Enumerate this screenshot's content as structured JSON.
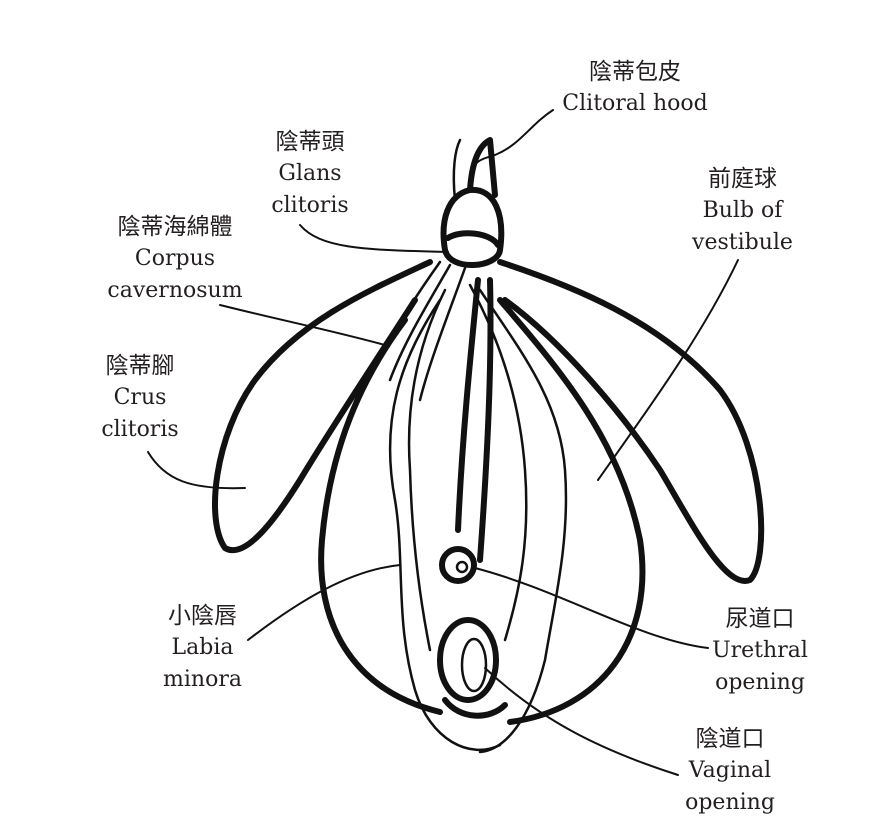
{
  "labels": {
    "clitoral_hood": {
      "zh": "陰蒂包皮",
      "en": "Clitoral hood"
    },
    "glans_clitoris": {
      "zh": "陰蒂頭",
      "en1": "Glans",
      "en2": "clitoris"
    },
    "bulb_of_vestibule": {
      "zh": "前庭球",
      "en1": "Bulb of",
      "en2": "vestibule"
    },
    "corpus_cavernosum": {
      "zh": "陰蒂海綿體",
      "en1": "Corpus",
      "en2": "cavernosum"
    },
    "crus_clitoris": {
      "zh": "陰蒂腳",
      "en1": "Crus",
      "en2": "clitoris"
    },
    "labia_minora": {
      "zh": "小陰唇",
      "en1": "Labia",
      "en2": "minora"
    },
    "urethral_opening": {
      "zh": "尿道口",
      "en1": "Urethral",
      "en2": "opening"
    },
    "vaginal_opening": {
      "zh": "陰道口",
      "en1": "Vaginal",
      "en2": "opening"
    }
  }
}
